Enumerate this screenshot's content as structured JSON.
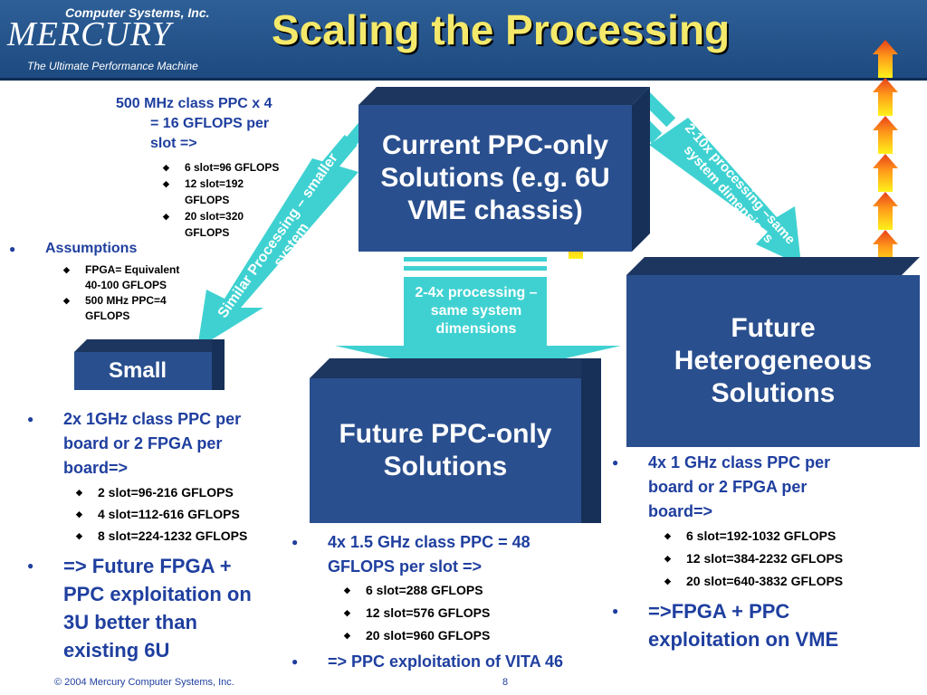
{
  "header": {
    "logo_top": "Computer Systems, Inc.",
    "logo_main": "MERCURY",
    "logo_tagline": "The Ultimate Performance Machine",
    "title": "Scaling the Processing"
  },
  "boxes": {
    "current": "Current PPC-only Solutions (e.g. 6U VME chassis)",
    "small": "Small",
    "future_ppc": "Future PPC-only Solutions",
    "future_het": "Future Heterogeneous Solutions"
  },
  "arrows": {
    "left": "Similar Processing – smaller system",
    "center": "2-4x processing – same system dimensions",
    "right": "2-10x processing –same system dimensions"
  },
  "top_left": {
    "line1": "500 MHz class PPC x 4",
    "line2": "= 16 GFLOPS per",
    "line3": "slot =>",
    "items": [
      "6 slot=96 GFLOPS",
      "12 slot=192",
      "GFLOPS",
      "20 slot=320",
      "GFLOPS"
    ]
  },
  "assumptions": {
    "heading": "Assumptions",
    "items": [
      "FPGA= Equivalent",
      "40-100 GFLOPS",
      "500 MHz PPC=4",
      "GFLOPS"
    ]
  },
  "small_col": {
    "b1": [
      "2x 1GHz class PPC per",
      "board or 2 FPGA per",
      "board=>"
    ],
    "items": [
      "2 slot=96-216 GFLOPS",
      "4 slot=112-616 GFLOPS",
      "8 slot=224-1232 GFLOPS"
    ],
    "b2": [
      "=> Future FPGA +",
      "PPC exploitation on",
      "3U better than",
      "existing 6U"
    ]
  },
  "mid_col": {
    "b1": [
      "4x 1.5 GHz class PPC = 48",
      "GFLOPS per slot =>"
    ],
    "items": [
      "6 slot=288 GFLOPS",
      "12 slot=576 GFLOPS",
      "20 slot=960 GFLOPS"
    ],
    "b2": "=> PPC exploitation of VITA 46"
  },
  "right_col": {
    "b1": [
      "4x 1 GHz class PPC per",
      "board or 2 FPGA per",
      "board=>"
    ],
    "items": [
      "6 slot=192-1032 GFLOPS",
      "12 slot=384-2232 GFLOPS",
      "20 slot=640-3832 GFLOPS"
    ],
    "b2": [
      "=>FPGA + PPC",
      "exploitation on VME"
    ]
  },
  "footer": {
    "copyright": "© 2004 Mercury Computer Systems, Inc.",
    "page": "8"
  },
  "colors": {
    "title": "#f4e96a",
    "header": "#2e5f97",
    "box": "#2a4f8e",
    "arrow": "#3fd1d1",
    "text_blue": "#1f3f9f"
  }
}
